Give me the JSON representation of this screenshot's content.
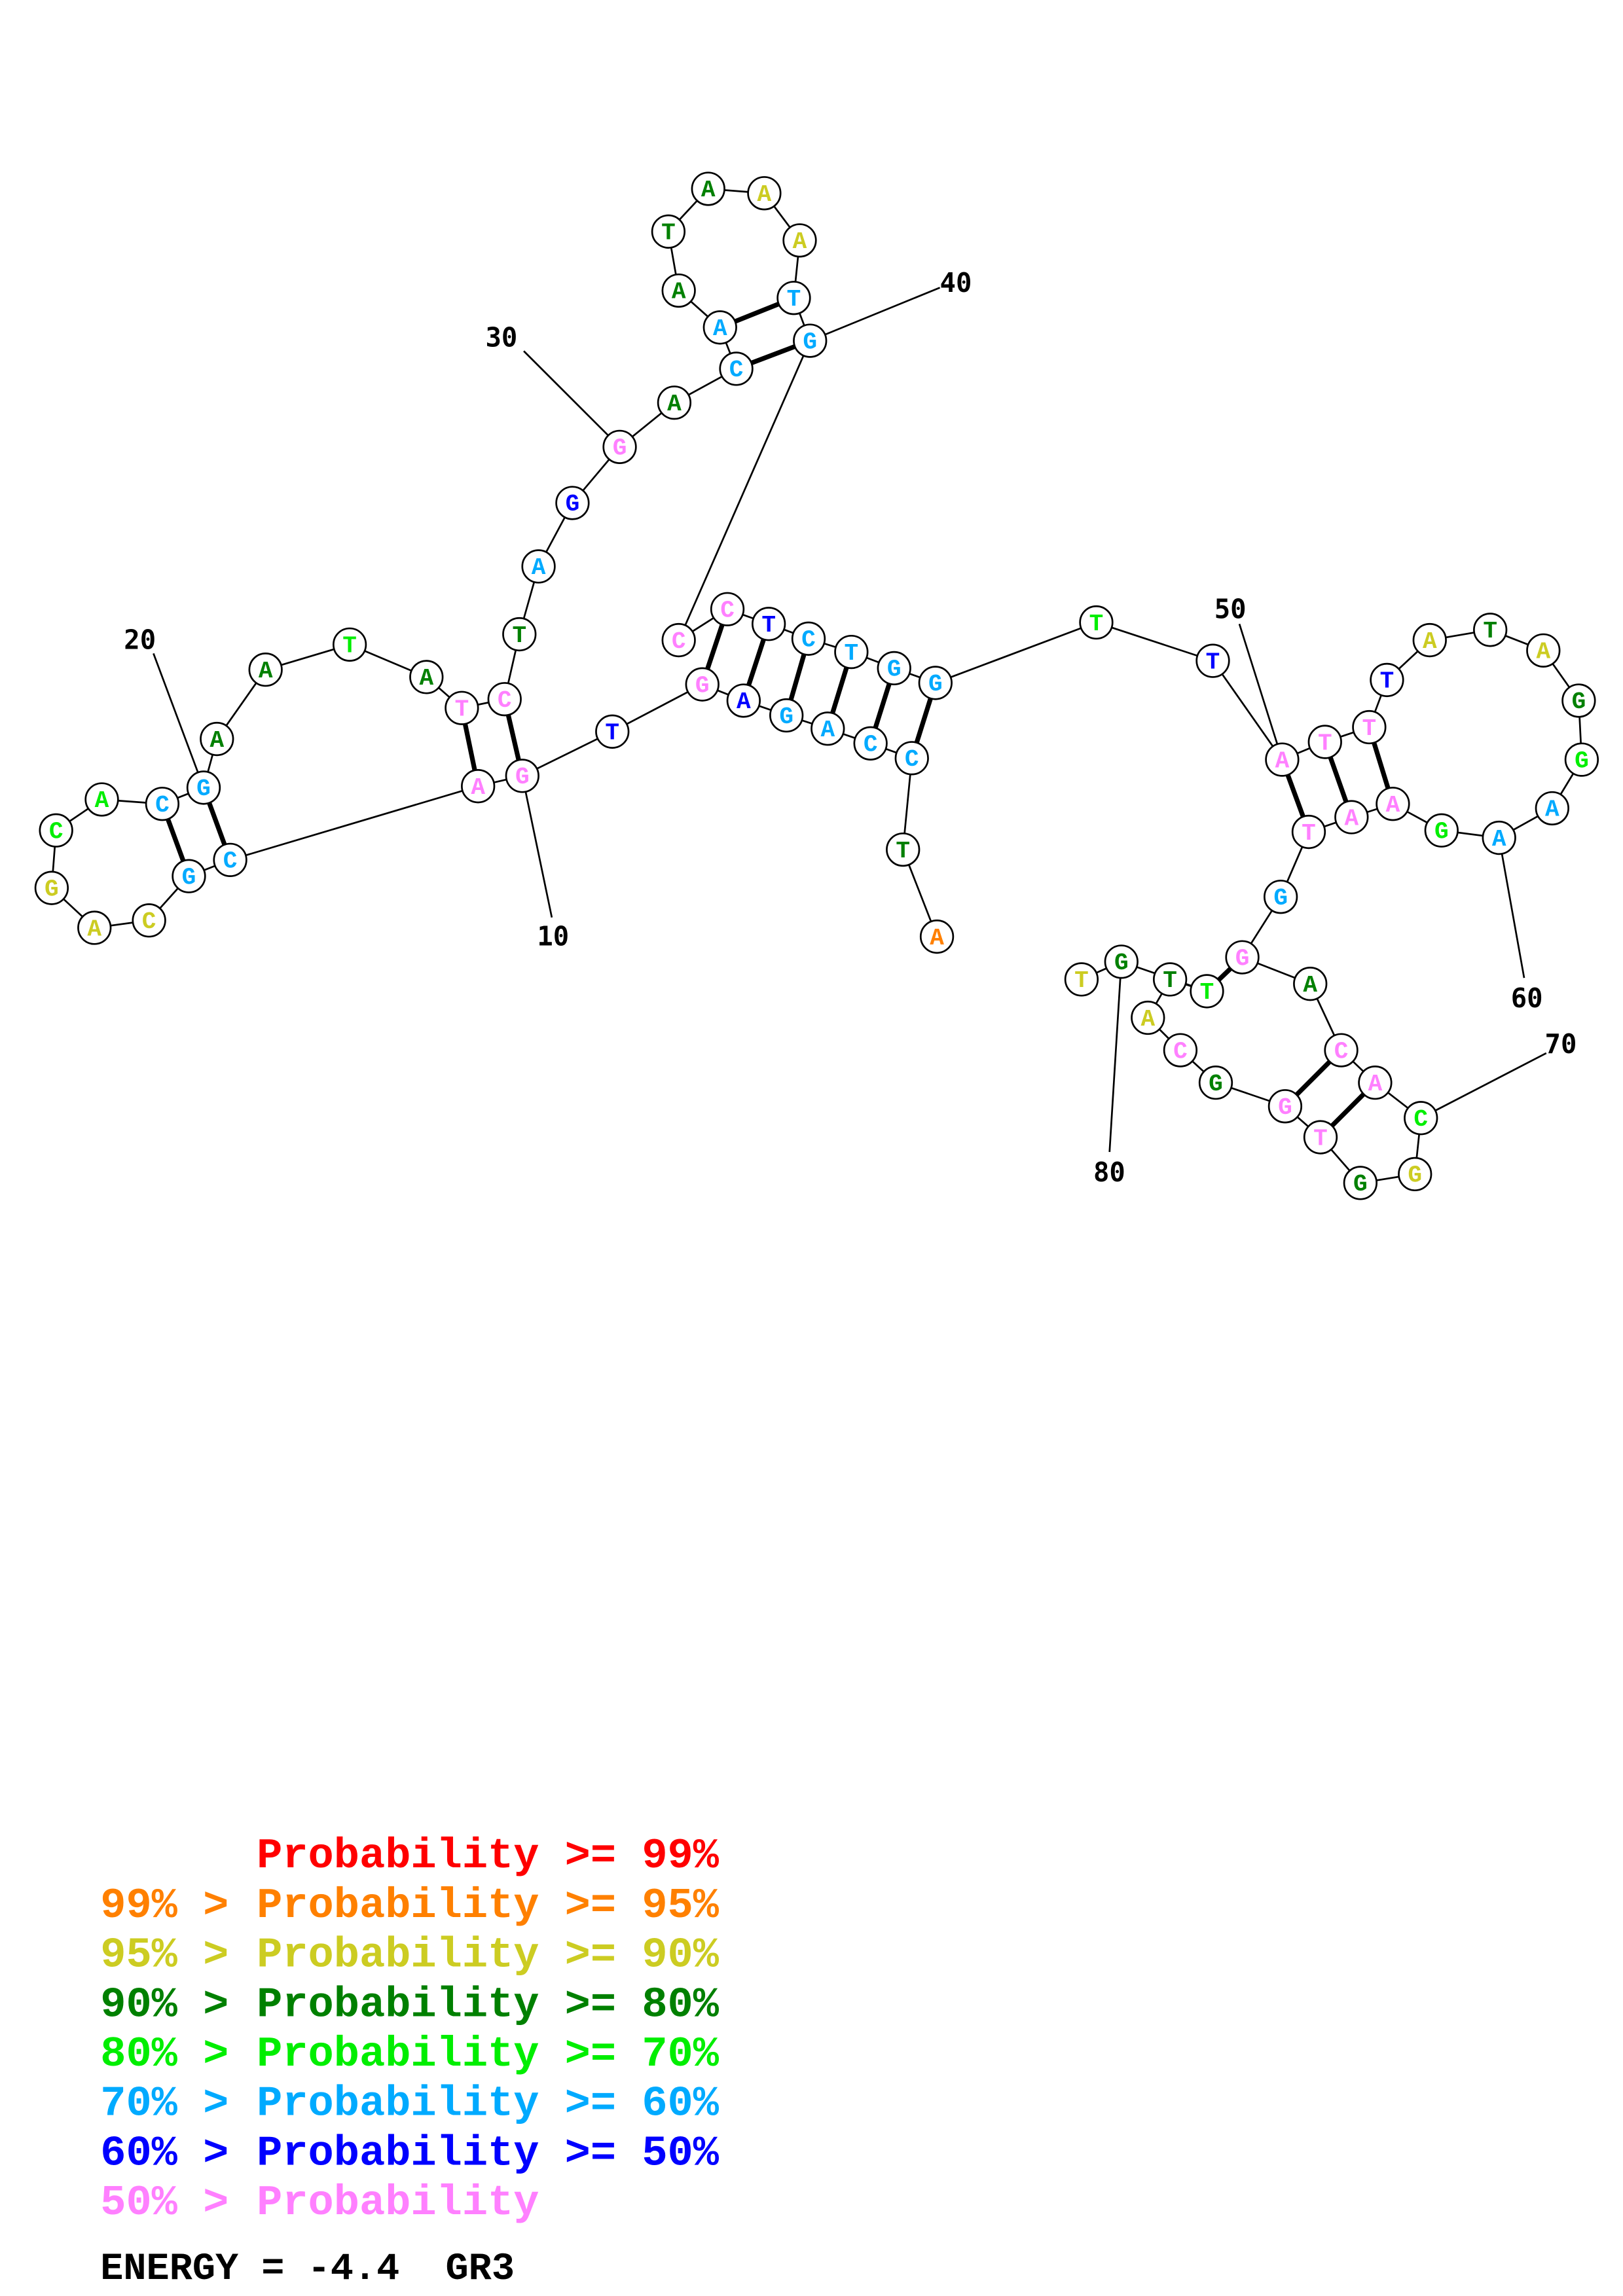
{
  "colors": {
    "p99": "#ff0000",
    "p95": "#ff8000",
    "p90": "#cccc22",
    "p80": "#008000",
    "p70": "#00ee00",
    "p60": "#00aaff",
    "p50": "#0000ff",
    "plow": "#ff80ff"
  },
  "nucleotides": [
    {
      "n": 1,
      "base": "A",
      "cls": "p95"
    },
    {
      "n": 2,
      "base": "T",
      "cls": "p80"
    },
    {
      "n": 3,
      "base": "C",
      "cls": "p60"
    },
    {
      "n": 4,
      "base": "C",
      "cls": "p60"
    },
    {
      "n": 5,
      "base": "A",
      "cls": "p60"
    },
    {
      "n": 6,
      "base": "G",
      "cls": "p60"
    },
    {
      "n": 7,
      "base": "A",
      "cls": "p50"
    },
    {
      "n": 8,
      "base": "G",
      "cls": "plow"
    },
    {
      "n": 9,
      "base": "T",
      "cls": "p50"
    },
    {
      "n": 10,
      "base": "G",
      "cls": "plow"
    },
    {
      "n": 11,
      "base": "A",
      "cls": "plow"
    },
    {
      "n": 12,
      "base": "C",
      "cls": "p60"
    },
    {
      "n": 13,
      "base": "G",
      "cls": "p60"
    },
    {
      "n": 14,
      "base": "C",
      "cls": "p90"
    },
    {
      "n": 15,
      "base": "A",
      "cls": "p90"
    },
    {
      "n": 16,
      "base": "G",
      "cls": "p90"
    },
    {
      "n": 17,
      "base": "C",
      "cls": "p70"
    },
    {
      "n": 18,
      "base": "A",
      "cls": "p70"
    },
    {
      "n": 19,
      "base": "C",
      "cls": "p60"
    },
    {
      "n": 20,
      "base": "G",
      "cls": "p60"
    },
    {
      "n": 21,
      "base": "A",
      "cls": "p80"
    },
    {
      "n": 22,
      "base": "A",
      "cls": "p80"
    },
    {
      "n": 23,
      "base": "T",
      "cls": "p70"
    },
    {
      "n": 24,
      "base": "A",
      "cls": "p80"
    },
    {
      "n": 25,
      "base": "T",
      "cls": "plow"
    },
    {
      "n": 26,
      "base": "C",
      "cls": "plow"
    },
    {
      "n": 27,
      "base": "T",
      "cls": "p80"
    },
    {
      "n": 28,
      "base": "A",
      "cls": "p60"
    },
    {
      "n": 29,
      "base": "G",
      "cls": "p50"
    },
    {
      "n": 30,
      "base": "G",
      "cls": "plow"
    },
    {
      "n": 31,
      "base": "A",
      "cls": "p80"
    },
    {
      "n": 32,
      "base": "C",
      "cls": "p60"
    },
    {
      "n": 33,
      "base": "A",
      "cls": "p60"
    },
    {
      "n": 34,
      "base": "A",
      "cls": "p80"
    },
    {
      "n": 35,
      "base": "T",
      "cls": "p80"
    },
    {
      "n": 36,
      "base": "A",
      "cls": "p80"
    },
    {
      "n": 37,
      "base": "A",
      "cls": "p90"
    },
    {
      "n": 38,
      "base": "A",
      "cls": "p90"
    },
    {
      "n": 39,
      "base": "T",
      "cls": "p60"
    },
    {
      "n": 40,
      "base": "G",
      "cls": "p60"
    },
    {
      "n": 41,
      "base": "C",
      "cls": "plow"
    },
    {
      "n": 42,
      "base": "C",
      "cls": "plow"
    },
    {
      "n": 43,
      "base": "T",
      "cls": "p50"
    },
    {
      "n": 44,
      "base": "C",
      "cls": "p60"
    },
    {
      "n": 45,
      "base": "T",
      "cls": "p60"
    },
    {
      "n": 46,
      "base": "G",
      "cls": "p60"
    },
    {
      "n": 47,
      "base": "G",
      "cls": "p60"
    },
    {
      "n": 48,
      "base": "T",
      "cls": "p70"
    },
    {
      "n": 49,
      "base": "T",
      "cls": "p50"
    },
    {
      "n": 50,
      "base": "A",
      "cls": "plow"
    },
    {
      "n": 51,
      "base": "T",
      "cls": "plow"
    },
    {
      "n": 52,
      "base": "T",
      "cls": "plow"
    },
    {
      "n": 53,
      "base": "T",
      "cls": "p50"
    },
    {
      "n": 54,
      "base": "A",
      "cls": "p90"
    },
    {
      "n": 55,
      "base": "T",
      "cls": "p80"
    },
    {
      "n": 56,
      "base": "A",
      "cls": "p90"
    },
    {
      "n": 57,
      "base": "G",
      "cls": "p80"
    },
    {
      "n": 58,
      "base": "G",
      "cls": "p70"
    },
    {
      "n": 59,
      "base": "A",
      "cls": "p60"
    },
    {
      "n": 60,
      "base": "A",
      "cls": "p60"
    },
    {
      "n": 61,
      "base": "G",
      "cls": "p70"
    },
    {
      "n": 62,
      "base": "A",
      "cls": "plow"
    },
    {
      "n": 63,
      "base": "A",
      "cls": "plow"
    },
    {
      "n": 64,
      "base": "T",
      "cls": "plow"
    },
    {
      "n": 65,
      "base": "G",
      "cls": "p60"
    },
    {
      "n": 66,
      "base": "G",
      "cls": "plow"
    },
    {
      "n": 67,
      "base": "A",
      "cls": "p80"
    },
    {
      "n": 68,
      "base": "C",
      "cls": "plow"
    },
    {
      "n": 69,
      "base": "A",
      "cls": "plow"
    },
    {
      "n": 70,
      "base": "C",
      "cls": "p70"
    },
    {
      "n": 71,
      "base": "G",
      "cls": "p90"
    },
    {
      "n": 72,
      "base": "G",
      "cls": "p80"
    },
    {
      "n": 73,
      "base": "T",
      "cls": "plow"
    },
    {
      "n": 74,
      "base": "G",
      "cls": "plow"
    },
    {
      "n": 75,
      "base": "G",
      "cls": "p80"
    },
    {
      "n": 76,
      "base": "C",
      "cls": "plow"
    },
    {
      "n": 77,
      "base": "A",
      "cls": "p90"
    },
    {
      "n": 78,
      "base": "T",
      "cls": "p80"
    },
    {
      "n": 79,
      "base": "T",
      "cls": "p70"
    },
    {
      "n": 80,
      "base": "G",
      "cls": "p80"
    },
    {
      "n": 81,
      "base": "T",
      "cls": "p90"
    }
  ],
  "pairs": [
    [
      3,
      47
    ],
    [
      4,
      46
    ],
    [
      5,
      45
    ],
    [
      6,
      44
    ],
    [
      7,
      43
    ],
    [
      8,
      42
    ],
    [
      10,
      26
    ],
    [
      11,
      25
    ],
    [
      12,
      20
    ],
    [
      13,
      19
    ],
    [
      32,
      40
    ],
    [
      33,
      39
    ],
    [
      50,
      64
    ],
    [
      51,
      63
    ],
    [
      52,
      62
    ],
    [
      66,
      79
    ],
    [
      68,
      74
    ],
    [
      69,
      73
    ]
  ],
  "position_labels": [
    {
      "n": 10,
      "text": "10"
    },
    {
      "n": 20,
      "text": "20"
    },
    {
      "n": 30,
      "text": "30"
    },
    {
      "n": 40,
      "text": "40"
    },
    {
      "n": 50,
      "text": "50"
    },
    {
      "n": 60,
      "text": "60"
    },
    {
      "n": 70,
      "text": "70"
    },
    {
      "n": 80,
      "text": "80"
    }
  ],
  "legend": [
    {
      "prefix": "",
      "label": "Probability >= 99%",
      "cls": "p99"
    },
    {
      "prefix": "99% > ",
      "label": "Probability >= 95%",
      "cls": "p95"
    },
    {
      "prefix": "95% > ",
      "label": "Probability >= 90%",
      "cls": "p90"
    },
    {
      "prefix": "90% > ",
      "label": "Probability >= 80%",
      "cls": "p80"
    },
    {
      "prefix": "80% > ",
      "label": "Probability >= 70%",
      "cls": "p70"
    },
    {
      "prefix": "70% > ",
      "label": "Probability >= 60%",
      "cls": "p60"
    },
    {
      "prefix": "60% > ",
      "label": "Probability >= 50%",
      "cls": "p50"
    },
    {
      "prefix": "50% > ",
      "label": "Probability",
      "cls": "plow"
    }
  ],
  "energy": {
    "text": "ENERGY = -4.4  GR3"
  }
}
